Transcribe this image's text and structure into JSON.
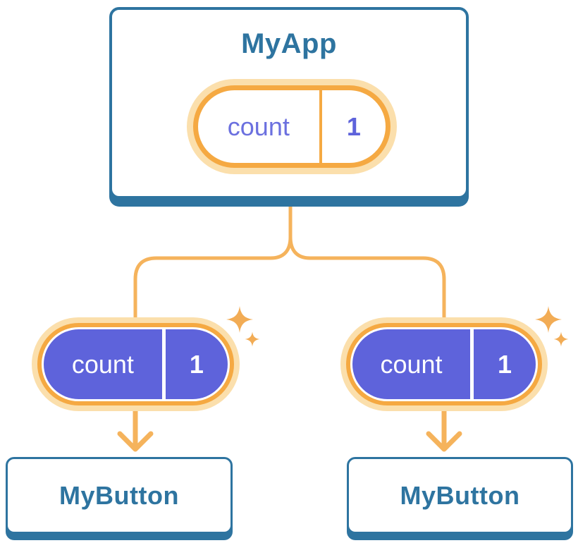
{
  "diagram": {
    "root": {
      "label": "MyApp",
      "state_pill": {
        "name": "count",
        "value": "1"
      }
    },
    "children": [
      {
        "label": "MyButton",
        "prop_pill": {
          "name": "count",
          "value": "1"
        }
      },
      {
        "label": "MyButton",
        "prop_pill": {
          "name": "count",
          "value": "1"
        }
      }
    ]
  },
  "icons": {
    "sparkle": "sparkle-icon",
    "arrow": "arrow-down-icon"
  },
  "colors": {
    "card_blue": "#2E74A0",
    "card_bg": "#FFFFFF",
    "connector_orange": "#F5B35C",
    "pill_ring_orange": "#F5A942",
    "pill_halo": "#FBDFAC",
    "pill_fill_purple": "#5E63DB",
    "pill_text_purple": "#6B70DF",
    "sparkle_orange": "#F2AC55"
  }
}
